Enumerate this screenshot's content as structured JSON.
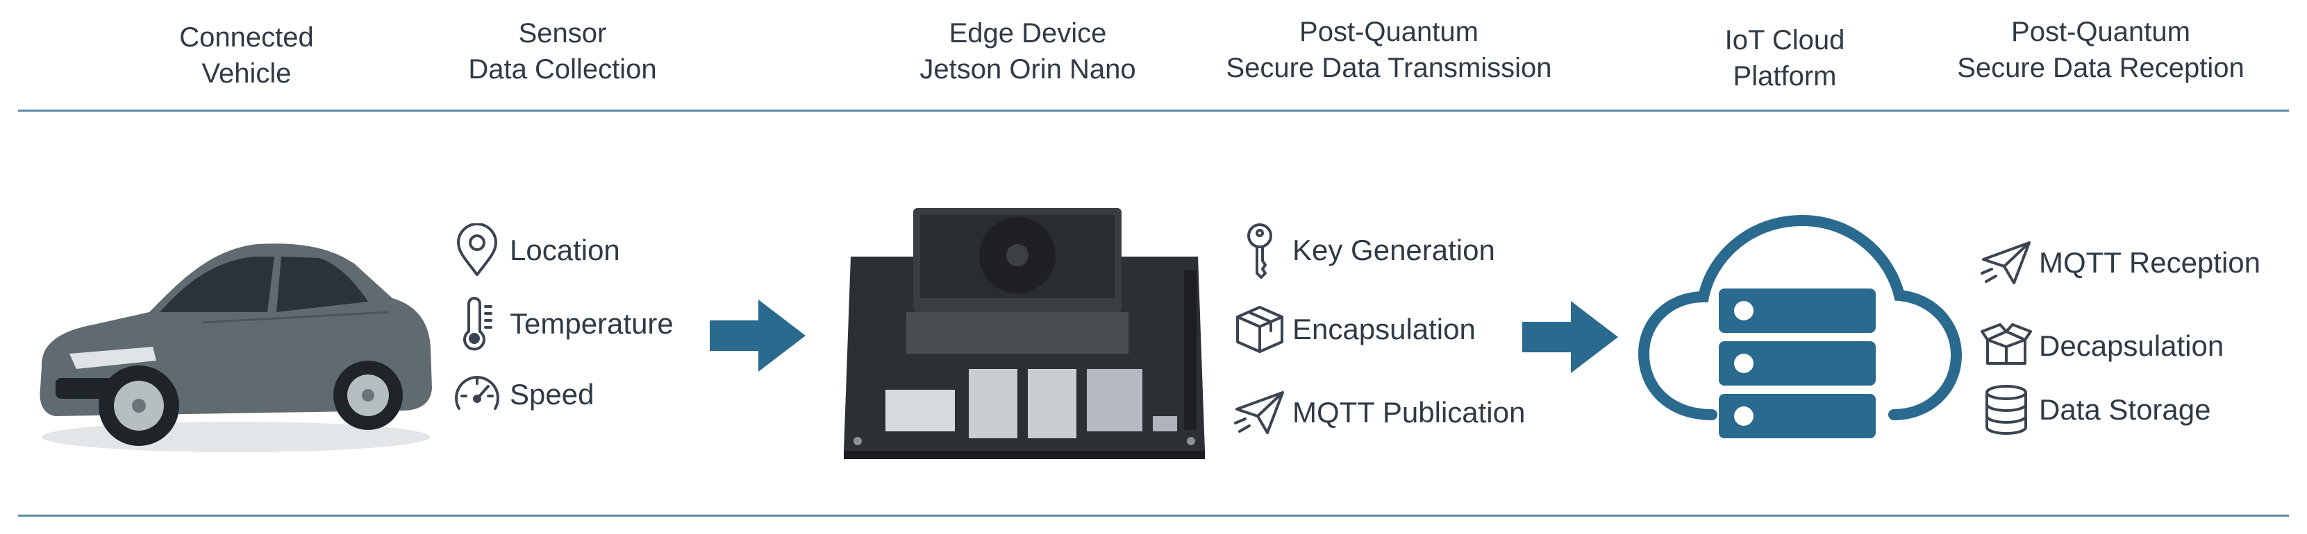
{
  "headers": {
    "vehicle": [
      "Connected",
      "Vehicle"
    ],
    "sensor": [
      "Sensor",
      "Data Collection"
    ],
    "edge": [
      "Edge Device",
      "Jetson Orin Nano"
    ],
    "pq_tx": [
      "Post-Quantum",
      "Secure Data Transmission"
    ],
    "cloud": [
      "IoT Cloud",
      "Platform"
    ],
    "pq_rx": [
      "Post-Quantum",
      "Secure Data Reception"
    ]
  },
  "sensor_items": [
    {
      "label": "Location",
      "icon": "location-pin-icon"
    },
    {
      "label": "Temperature",
      "icon": "thermometer-icon"
    },
    {
      "label": "Speed",
      "icon": "speedometer-icon"
    }
  ],
  "tx_items": [
    {
      "label": "Key Generation",
      "icon": "key-icon"
    },
    {
      "label": "Encapsulation",
      "icon": "package-icon"
    },
    {
      "label": "MQTT Publication",
      "icon": "paper-plane-icon"
    }
  ],
  "rx_items": [
    {
      "label": "MQTT Reception",
      "icon": "paper-plane-icon"
    },
    {
      "label": "Decapsulation",
      "icon": "open-box-icon"
    },
    {
      "label": "Data Storage",
      "icon": "database-icon"
    }
  ],
  "colors": {
    "accent": "#2b6a8f",
    "rule": "#5b88a8",
    "text": "#2f3a45",
    "vehicle_body": "#5f6b70"
  }
}
